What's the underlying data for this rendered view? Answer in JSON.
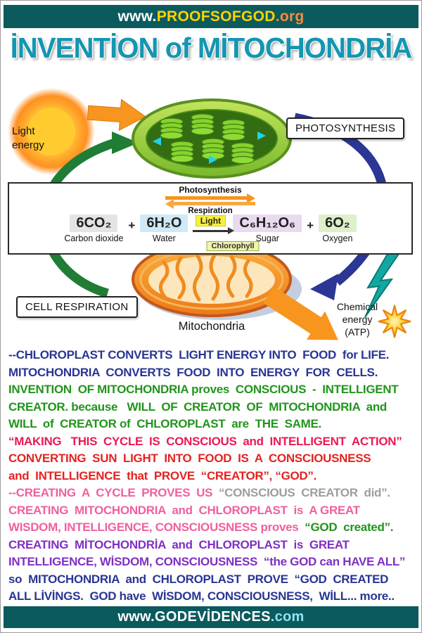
{
  "top_banner": {
    "segments": [
      {
        "text": "www.",
        "color": "#ffffff"
      },
      {
        "text": "PROOFSOFGOD",
        "color": "#ffd200"
      },
      {
        "text": ".org",
        "color": "#ff8a3c"
      }
    ]
  },
  "title": "İNVENTİON of MİTOCHONDRİA",
  "diagram": {
    "light_energy_line1": "Light",
    "light_energy_line2": "energy",
    "photosynthesis_box": "PHOTOSYNTHESIS",
    "cell_respiration_box": "CELL RESPIRATION",
    "mitochondria_label": "Mitochondria",
    "chemical_energy_line1": "Chemical",
    "chemical_energy_line2": "energy",
    "chemical_energy_line3": "(ATP)",
    "equation": {
      "photosynthesis": "Photosynthesis",
      "respiration": "Respiration",
      "co2_formula": "6CO₂",
      "co2_name": "Carbon dioxide",
      "plus": "+",
      "h2o_formula": "6H₂O",
      "h2o_name": "Water",
      "light_label": "Light",
      "sugar_formula": "C₆H₁₂O₆",
      "sugar_name": "Sugar",
      "o2_formula": "6O₂",
      "o2_name": "Oxygen",
      "chlorophyll_label": "Chlorophyll"
    }
  },
  "colors": {
    "banner_bg": "#0b5a5e",
    "title_teal": "#1496b2",
    "navy": "#283593",
    "green": "#21941c",
    "crimson": "#ea1a53",
    "red": "#e42320",
    "pink": "#f0609e",
    "gray": "#9d9d9d",
    "purple": "#7f2fc4",
    "orange_arrow": "#f7941d"
  },
  "body_lines": [
    {
      "segments": [
        {
          "text": "--CHLOROPLAST CONVERTS  LIGHT ENERGY INTO  FOOD  for LIFE.",
          "color": "#283593"
        }
      ]
    },
    {
      "segments": [
        {
          "text": "MITOCHONDRIA  CONVERTS  FOOD  INTO  ENERGY  FOR  CELLS.",
          "color": "#283593"
        }
      ]
    },
    {
      "segments": [
        {
          "text": "INVENTION  OF MITOCHONDRIA proves  CONSCIOUS  -  INTELLIGENT",
          "color": "#21941c"
        }
      ]
    },
    {
      "segments": [
        {
          "text": "CREATOR. because   WILL  OF  CREATOR  OF  MITOCHONDRIA  and",
          "color": "#21941c"
        }
      ]
    },
    {
      "segments": [
        {
          "text": "WILL  of  CREATOR of  CHLOROPLAST  are  THE  SAME.",
          "color": "#21941c"
        }
      ]
    },
    {
      "segments": [
        {
          "text": "“MAKING   THIS  CYCLE  IS  CONSCIOUS  and  INTELLIGENT  ACTION”",
          "color": "#ea1a53"
        }
      ]
    },
    {
      "segments": [
        {
          "text": "CONVERTING  SUN  LIGHT  INTO  FOOD  IS  A  CONSCIOUSNESS",
          "color": "#e42320"
        }
      ]
    },
    {
      "segments": [
        {
          "text": "and  INTELLIGENCE  that  PROVE  “CREATOR”, “GOD”.",
          "color": "#e42320"
        }
      ]
    },
    {
      "segments": [
        {
          "text": "--CREATING  A  CYCLE  PROVES  US  ",
          "color": "#f0609e"
        },
        {
          "text": "“CONSCIOUS  CREATOR  did”.",
          "color": "#9d9d9d"
        }
      ]
    },
    {
      "segments": [
        {
          "text": "CREATING  MITOCHONDRIA  and  CHLOROPLAST  is  A GREAT",
          "color": "#f0609e"
        }
      ]
    },
    {
      "segments": [
        {
          "text": "WISDOM, INTELLIGENCE, CONSCIOUSNESS proves  ",
          "color": "#f0609e"
        },
        {
          "text": "“GOD  created”.",
          "color": "#21941c"
        }
      ]
    },
    {
      "segments": [
        {
          "text": "CREATING  MİTOCHONDRİA  and  CHLOROPLAST  is  GREAT",
          "color": "#7f2fc4"
        }
      ]
    },
    {
      "segments": [
        {
          "text": "INTELLIGENCE, WİSDOM, CONSCIOUSNESS  “the GOD can HAVE ALL”",
          "color": "#7f2fc4"
        }
      ]
    },
    {
      "segments": [
        {
          "text": "so  MITOCHONDRIA  and  CHLOROPLAST  PROVE  “GOD  CREATED",
          "color": "#283593"
        }
      ]
    },
    {
      "segments": [
        {
          "text": "ALL LİVİNGS.  GOD have  WİSDOM, CONSCIOUSNESS,  WİLL... more..",
          "color": "#283593"
        }
      ]
    }
  ],
  "bottom_banner": {
    "segments": [
      {
        "text": "www.",
        "color": "#ffffff"
      },
      {
        "text": "GODEVİDENCES",
        "color": "#ffffff"
      },
      {
        "text": ".com",
        "color": "#8fe3ef"
      }
    ]
  }
}
